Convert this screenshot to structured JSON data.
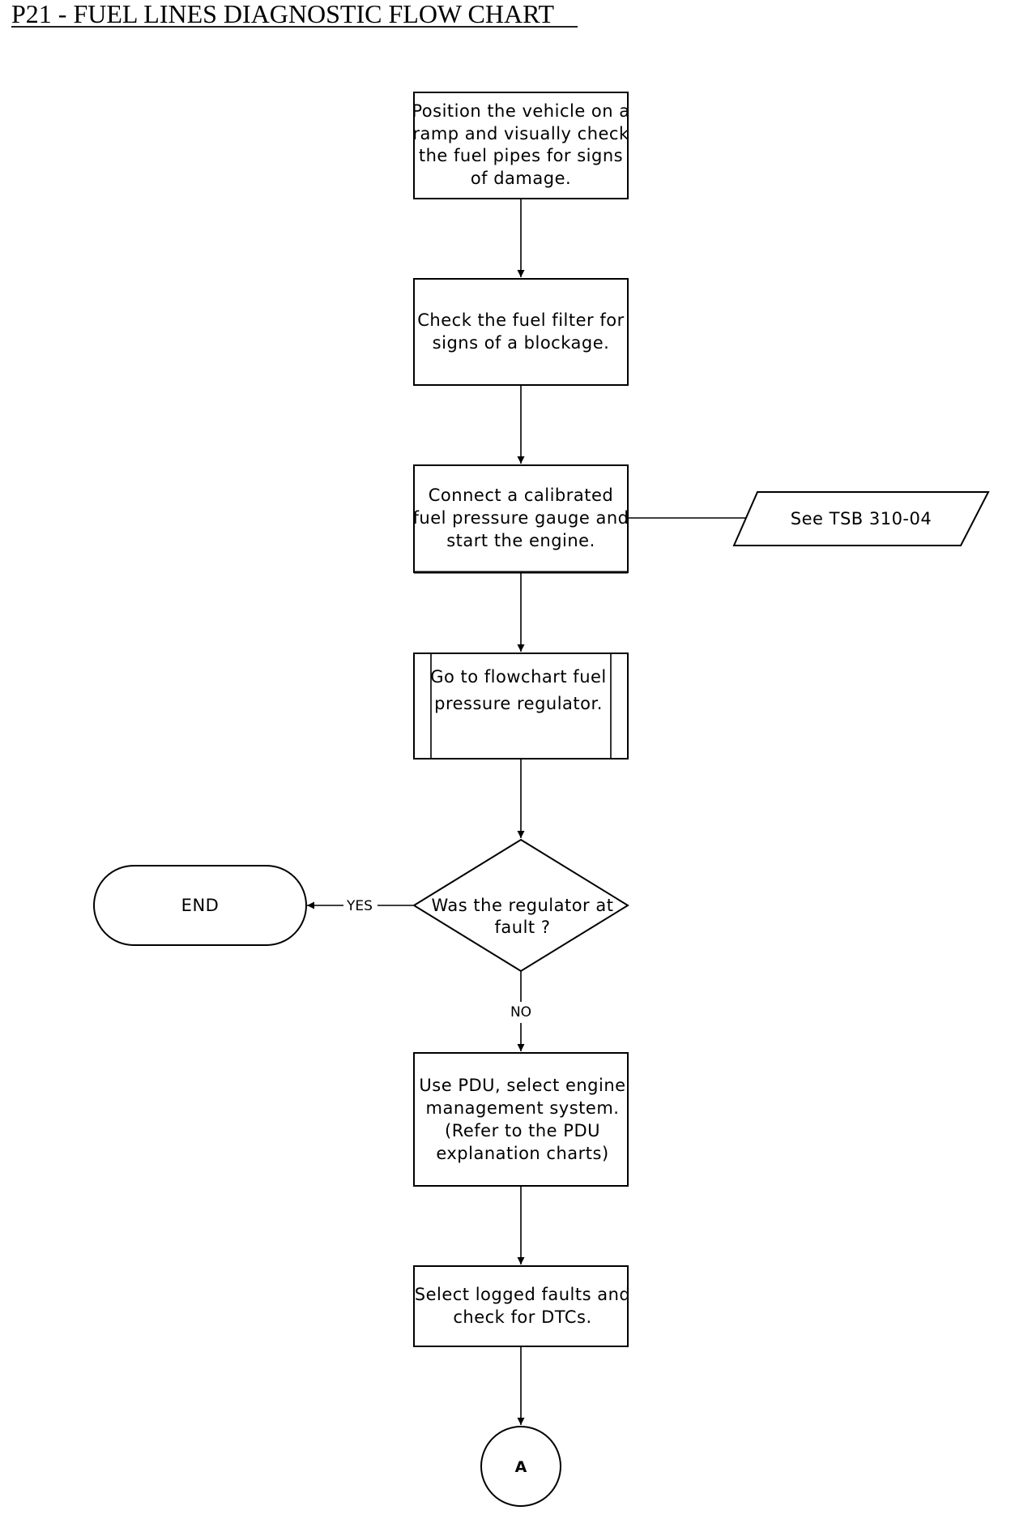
{
  "title": "P21 - FUEL LINES DIAGNOSTIC FLOW CHART",
  "nodes": {
    "position_vehicle": [
      "Position the vehicle on a",
      "ramp and visually check",
      "the fuel pipes for signs",
      "of damage."
    ],
    "check_filter": [
      "Check the fuel filter for",
      "signs of a blockage."
    ],
    "connect_gauge": [
      "Connect a calibrated",
      "fuel pressure gauge and",
      "start the engine."
    ],
    "see_tsb": [
      "See TSB 310-04"
    ],
    "goto_regulator": [
      "Go to flowchart fuel",
      "pressure regulator."
    ],
    "regulator_fault": [
      "Was the regulator at",
      "fault ?"
    ],
    "end": [
      "END"
    ],
    "use_pdu": [
      "Use PDU, select engine",
      "management system.",
      "(Refer to the PDU",
      "explanation charts)"
    ],
    "select_faults": [
      "Select logged faults and",
      "check for DTCs."
    ],
    "connector_a": [
      "A"
    ]
  },
  "edges": {
    "yes": "YES",
    "no": "NO"
  }
}
